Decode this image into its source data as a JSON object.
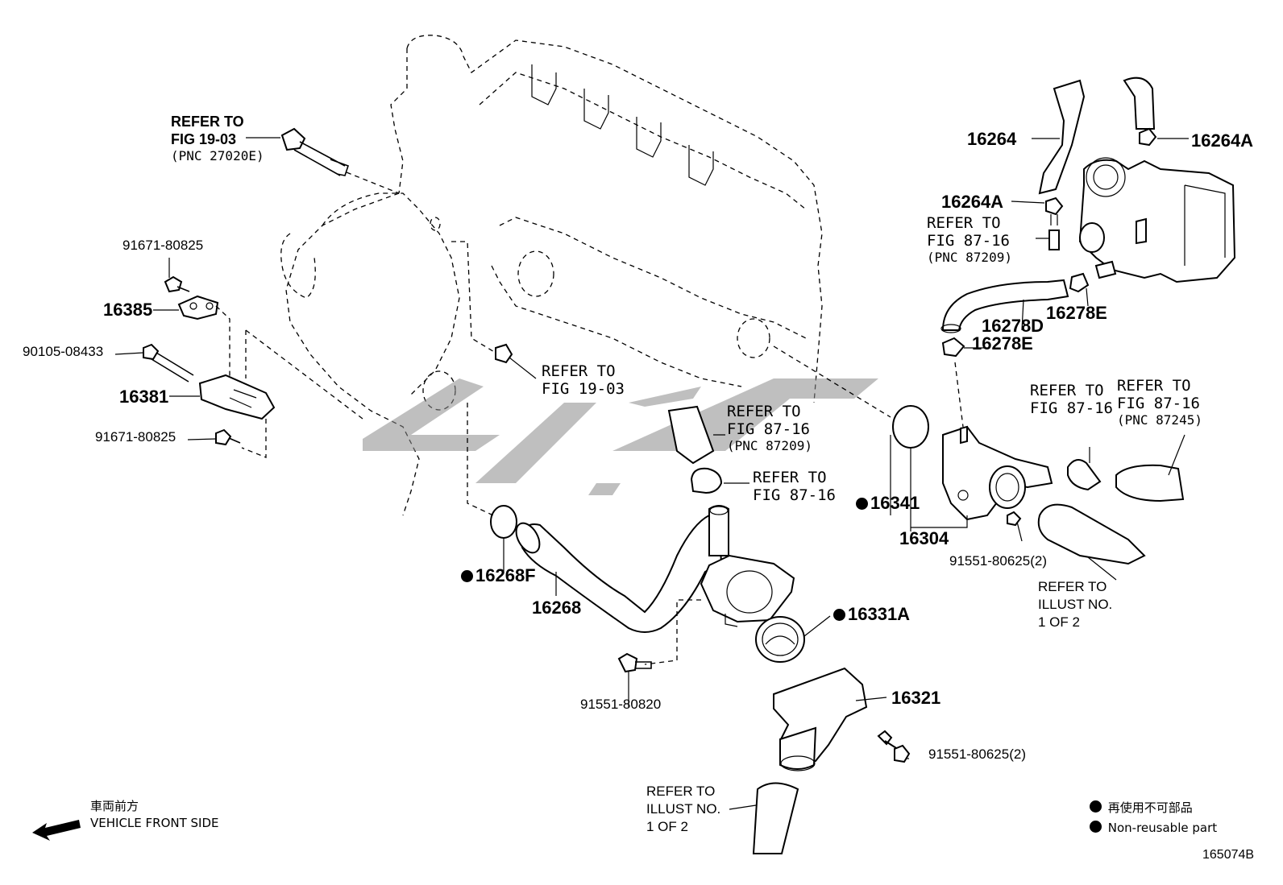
{
  "diagram": {
    "labels": {
      "refer_fig_1903_a": [
        "REFER TO",
        "FIG 19-03",
        "(PNC 27020E)"
      ],
      "p91671_top": "91671-80825",
      "p16385": "16385",
      "p90105": "90105-08433",
      "p16381": "16381",
      "p91671_bottom": "91671-80825",
      "refer_fig_1903_b": [
        "REFER TO",
        "FIG 19-03"
      ],
      "refer_fig_8716_a": [
        "REFER TO",
        "FIG 87-16",
        "(PNC 87209)"
      ],
      "refer_fig_8716_b": [
        "REFER TO",
        "FIG 87-16"
      ],
      "p16268f": "16268F",
      "p16268": "16268",
      "p91551_80820": "91551-80820",
      "p16331a": "16331A",
      "p16321": "16321",
      "p91551_bottom": "91551-80625(2)",
      "refer_illust_bottom": [
        "REFER TO",
        "ILLUST NO.",
        "1 OF 2"
      ],
      "p16264": "16264",
      "p16264a_top": "16264A",
      "p16264a_left": "16264A",
      "refer_fig_8716_c": [
        "REFER TO",
        "FIG 87-16",
        "(PNC 87209)"
      ],
      "p16278d": "16278D",
      "p16278e_right": "16278E",
      "p16278e_left": "16278E",
      "refer_fig_8716_d": [
        "REFER TO",
        "FIG 87-16"
      ],
      "refer_fig_8716_e": [
        "REFER TO",
        "FIG 87-16",
        "(PNC 87245)"
      ],
      "p16341": "16341",
      "p16304": "16304",
      "p91551_right": "91551-80625(2)",
      "refer_illust_right": [
        "REFER TO",
        "ILLUST NO.",
        "1 OF 2"
      ]
    },
    "front_side": {
      "jp": "車両前方",
      "en": "VEHICLE FRONT SIDE"
    },
    "legend": {
      "jp": "再使用不可部品",
      "en": "Non-reusable part"
    },
    "figure_id": "165074B"
  }
}
